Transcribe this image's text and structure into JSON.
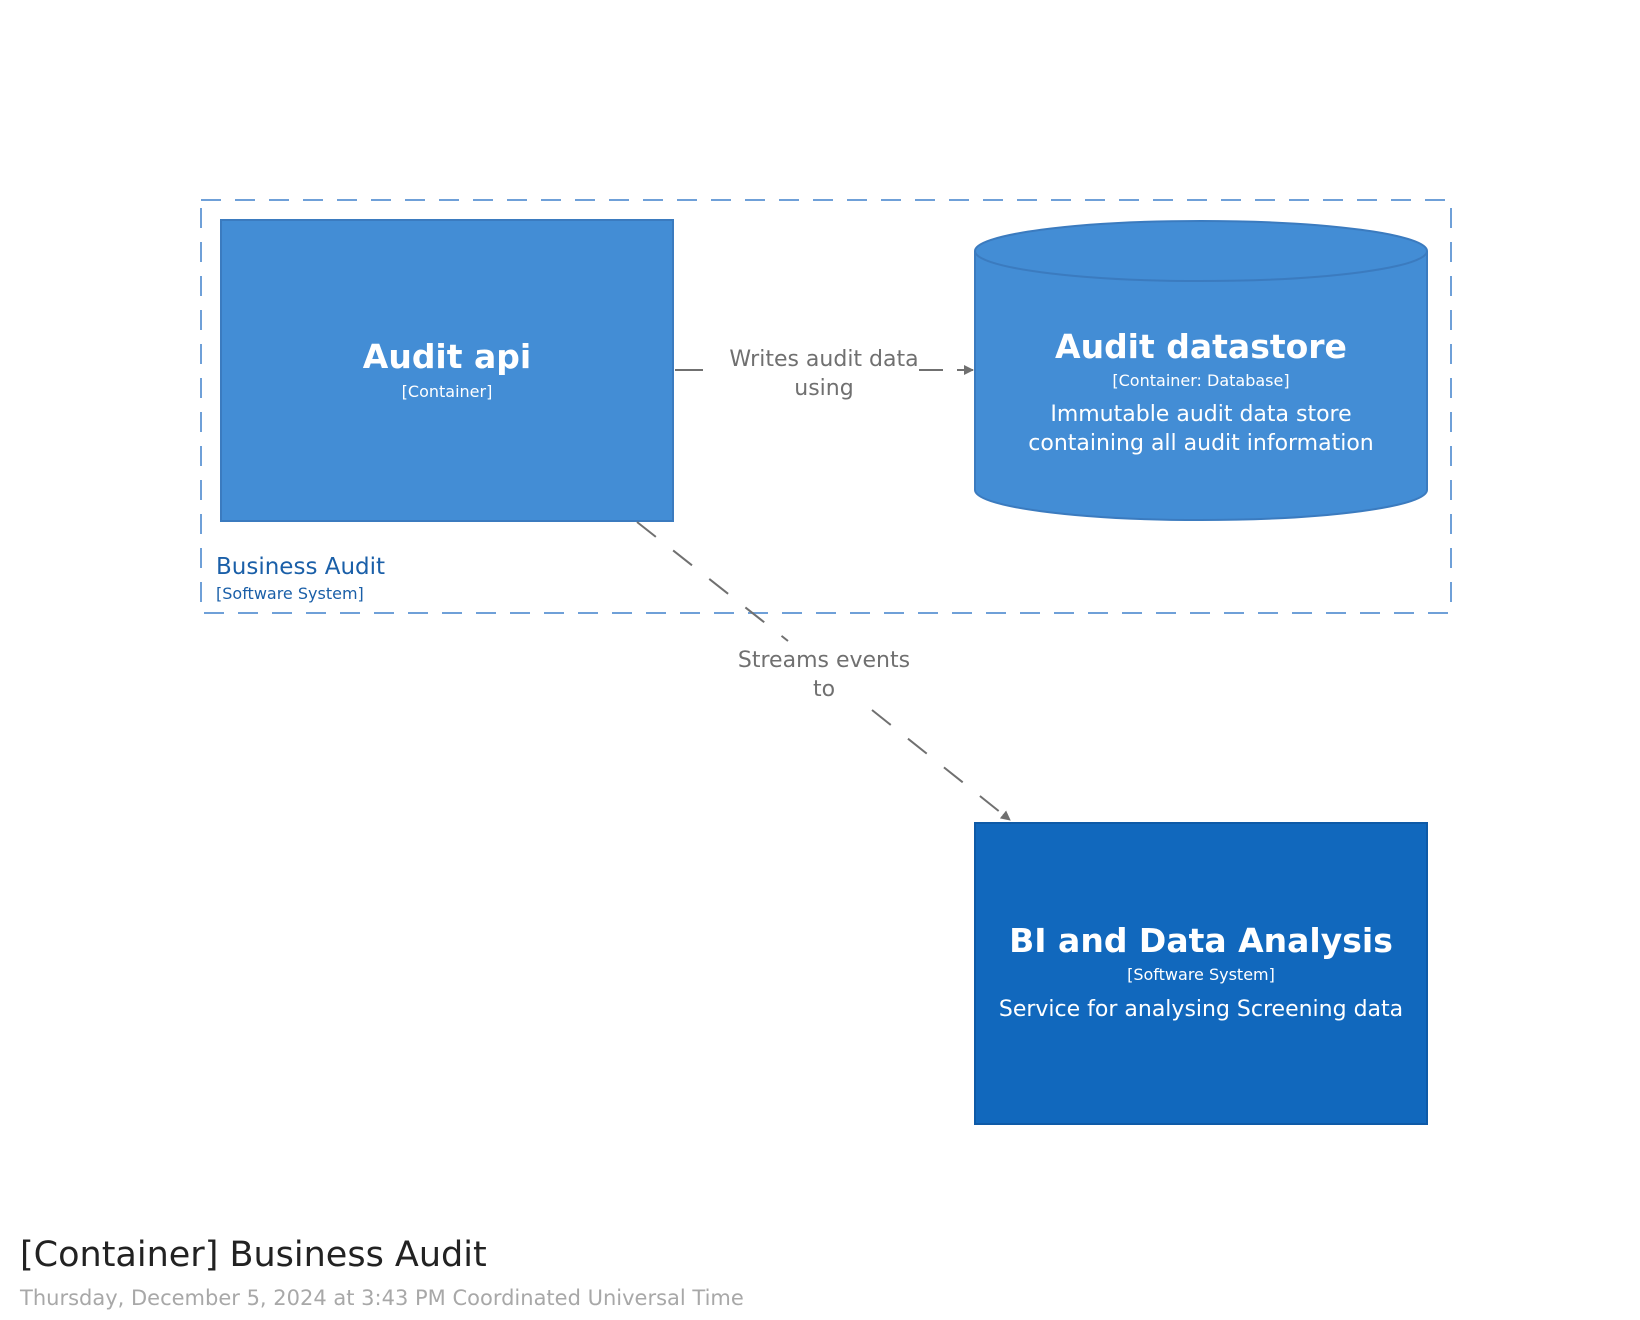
{
  "boundary": {
    "name": "Business Audit",
    "type": "[Software System]"
  },
  "nodes": {
    "audit_api": {
      "name": "Audit api",
      "type": "[Container]"
    },
    "audit_datastore": {
      "name": "Audit datastore",
      "type": "[Container: Database]",
      "description_lines": [
        "Immutable audit data store",
        "containing all audit information"
      ]
    },
    "bi": {
      "name": "BI and Data Analysis",
      "type": "[Software System]",
      "description": "Service for analysing Screening data"
    }
  },
  "edges": {
    "writes": {
      "label_lines": [
        "Writes audit data",
        "using"
      ]
    },
    "streams": {
      "label_lines": [
        "Streams events",
        "to"
      ]
    }
  },
  "footer": {
    "title": "[Container] Business Audit",
    "timestamp": "Thursday, December 5, 2024 at 3:43 PM Coordinated Universal Time"
  },
  "colors": {
    "container": "#438dd5",
    "container_border": "#3b7bbf",
    "software_system": "#1168bd",
    "software_system_border": "#0e5aa7",
    "boundary": "#6fa0d8",
    "boundary_text": "#1a5fa8",
    "edge": "#707070"
  }
}
